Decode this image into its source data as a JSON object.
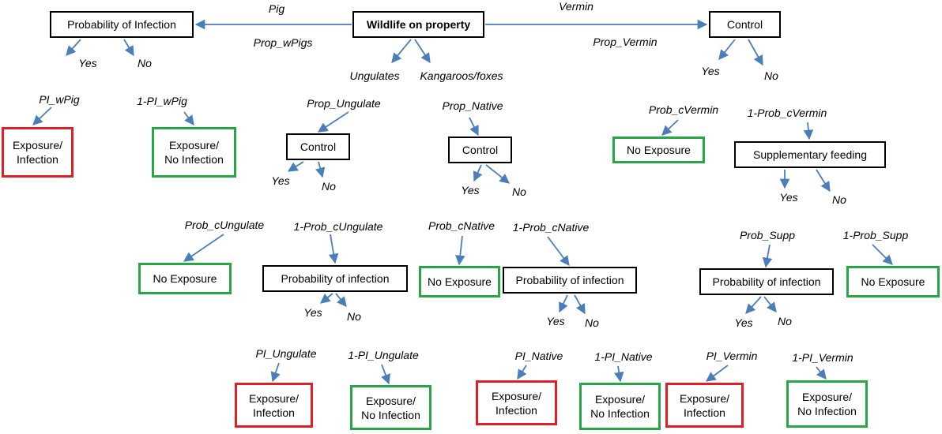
{
  "nodes": {
    "wildlife": "Wildlife on property",
    "prob_infection_pig": "Probability of Infection",
    "control_vermin": "Control",
    "exposure_infection_pig": "Exposure/\nInfection",
    "exposure_noinf_pig": "Exposure/\nNo Infection",
    "control_ungulate": "Control",
    "control_native": "Control",
    "no_exposure_vermin": "No Exposure",
    "supplementary_feeding": "Supplementary feeding",
    "no_exposure_ungulate": "No Exposure",
    "prob_infection_ungulate": "Probability of infection",
    "no_exposure_native": "No Exposure",
    "prob_infection_native": "Probability of infection",
    "prob_infection_vermin": "Probability of infection",
    "no_exposure_supp": "No Exposure",
    "exposure_infection_ungulate": "Exposure/\nInfection",
    "exposure_noinf_ungulate": "Exposure/\nNo Infection",
    "exposure_infection_native": "Exposure/\nInfection",
    "exposure_noinf_native": "Exposure/\nNo Infection",
    "exposure_infection_vermin": "Exposure/\nInfection",
    "exposure_noinf_vermin": "Exposure/\nNo Infection"
  },
  "edge_labels": {
    "pig": "Pig",
    "prop_wpigs": "Prop_wPigs",
    "vermin": "Vermin",
    "prop_vermin": "Prop_Vermin",
    "ungulates": "Ungulates",
    "kangaroos_foxes": "Kangaroos/foxes",
    "prop_ungulate": "Prop_Ungulate",
    "prop_native": "Prop_Native",
    "pig_yes": "Yes",
    "pig_no": "No",
    "pi_wpig": "PI_wPig",
    "one_pi_wpig": "1-PI_wPig",
    "vermin_yes": "Yes",
    "vermin_no": "No",
    "prob_cvermin": "Prob_cVermin",
    "one_prob_cvermin": "1-Prob_cVermin",
    "ungulate_yes": "Yes",
    "ungulate_no": "No",
    "prob_cungulate": "Prob_cUngulate",
    "one_prob_cungulate": "1-Prob_cUngulate",
    "native_yes": "Yes",
    "native_no": "No",
    "prob_cnative": "Prob_cNative",
    "one_prob_cnative": "1-Prob_cNative",
    "supp_yes": "Yes",
    "supp_no": "No",
    "prob_supp": "Prob_Supp",
    "one_prob_supp": "1-Prob_Supp",
    "ungulate_inf_yes": "Yes",
    "ungulate_inf_no": "No",
    "pi_ungulate": "PI_Ungulate",
    "one_pi_ungulate": "1-PI_Ungulate",
    "native_inf_yes": "Yes",
    "native_inf_no": "No",
    "pi_native": "PI_Native",
    "one_pi_native": "1-PI_Native",
    "vermin_inf_yes": "Yes",
    "vermin_inf_no": "No",
    "pi_vermin": "PI_Vermin",
    "one_pi_vermin": "1-PI_Vermin"
  },
  "colors": {
    "arrow": "#4a7ebb",
    "neutral_border": "#000000",
    "infection_border": "#e21e26",
    "no_infection_border": "#26a844"
  }
}
